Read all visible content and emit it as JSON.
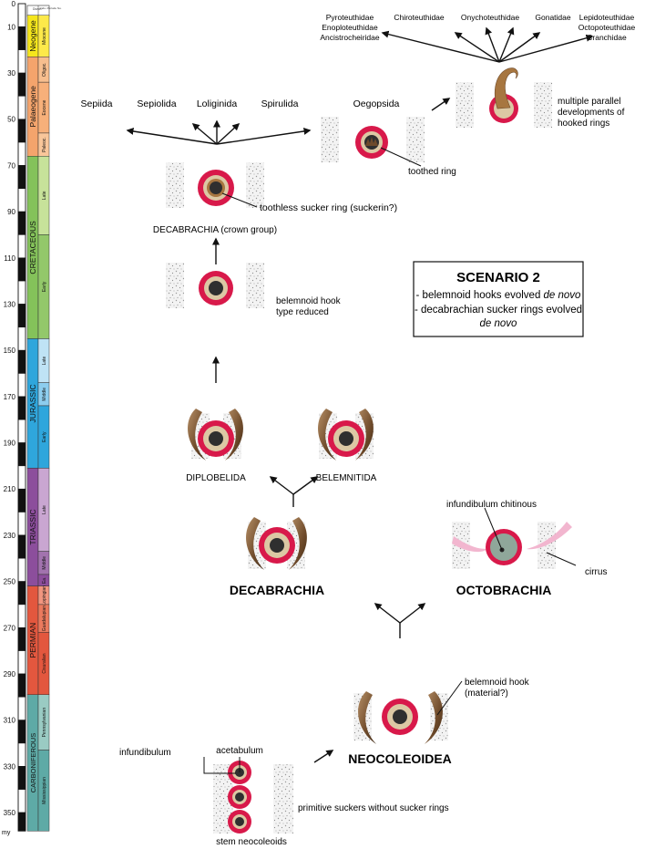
{
  "timescale": {
    "ticks": [
      "0",
      "10",
      "30",
      "50",
      "70",
      "90",
      "110",
      "130",
      "150",
      "170",
      "190",
      "210",
      "230",
      "250",
      "270",
      "290",
      "310",
      "330",
      "350"
    ],
    "unit": "my",
    "header": {
      "col1": "Durch.",
      "col2": "Indo- Periode Nu."
    },
    "periods": [
      {
        "name": "Neogene",
        "color": "#f5e61c",
        "subs": [
          {
            "name": "Miocene",
            "color": "#fde94a"
          }
        ]
      },
      {
        "name": "Palaeogene",
        "color": "#f4a46c",
        "subs": [
          {
            "name": "Oligoc.",
            "color": "#f7be8e"
          },
          {
            "name": "Eocene",
            "color": "#f7b07a"
          },
          {
            "name": "Paleoc.",
            "color": "#f9c69a"
          }
        ]
      },
      {
        "name": "CRETACEOUS",
        "color": "#84c25a",
        "subs": [
          {
            "name": "Late",
            "color": "#c7e29a"
          },
          {
            "name": "Early",
            "color": "#93c86a"
          }
        ]
      },
      {
        "name": "JURASSIC",
        "color": "#2fa6dc",
        "subs": [
          {
            "name": "Late",
            "color": "#bfe3f5"
          },
          {
            "name": "Middle",
            "color": "#8dcdee"
          },
          {
            "name": "Early",
            "color": "#2fa6dc"
          }
        ]
      },
      {
        "name": "TRIASSIC",
        "color": "#8c4e9c",
        "subs": [
          {
            "name": "Late",
            "color": "#c9a6d1"
          },
          {
            "name": "Middle",
            "color": "#a273ae"
          },
          {
            "name": "Ea.",
            "color": "#8c4e9c"
          }
        ]
      },
      {
        "name": "PERMIAN",
        "color": "#e3573e",
        "subs": [
          {
            "name": "Lopingian",
            "color": "#f19680"
          },
          {
            "name": "Guadalupian",
            "color": "#ea7a5e"
          },
          {
            "name": "Cisuralian",
            "color": "#e3573e"
          }
        ]
      },
      {
        "name": "CARBONIFEROUS",
        "color": "#5eaaa6",
        "subs": [
          {
            "name": "Pennsylvanian",
            "color": "#9acbc3"
          },
          {
            "name": "Mississippian",
            "color": "#5eaaa6"
          }
        ]
      }
    ]
  },
  "scenario": {
    "title": "SCENARIO 2",
    "line1_prefix": "- belemnoid hooks evolved ",
    "line1_italic": "de novo",
    "line2": "- decabrachian sucker rings evolved",
    "line3_italic": "de novo"
  },
  "labels": {
    "top_families_left": [
      "Pyroteuthidae",
      "Enoploteuthidae",
      "Ancistrocheiridae"
    ],
    "top_chiroteuthidae": "Chiroteuthidae",
    "top_onychoteuthidae": "Onychoteuthidae",
    "top_gonatidae": "Gonatidae",
    "top_families_right": [
      "Lepidoteuthidae",
      "Octopoteuthidae",
      "Cranchidae"
    ],
    "sepiida": "Sepiida",
    "sepiolida": "Sepiolida",
    "loliginida": "Loliginida",
    "spirulida": "Spirulida",
    "oegopsida": "Oegopsida",
    "hooked_rings": [
      "multiple parallel",
      "developments of",
      "hooked rings"
    ],
    "toothed_ring": "toothed ring",
    "toothless_ring": "toothless sucker ring (suckerin?)",
    "decabrachia_crown": "DECABRACHIA (crown group)",
    "hook_reduced": [
      "belemnoid hook",
      "type reduced"
    ],
    "diplobelida": "DIPLOBELIDA",
    "belemnitida": "BELEMNITIDA",
    "decabrachia": "DECABRACHIA",
    "octobrachia": "OCTOBRACHIA",
    "infundibulum_chitinous": "infundibulum chitinous",
    "cirrus": "cirrus",
    "belemnoid_hook_material": [
      "belemnoid hook",
      "(material?)"
    ],
    "neocoleoidea": "NEOCOLEOIDEA",
    "infundibulum": "infundibulum",
    "acetabulum": "acetabulum",
    "primitive_suckers": "primitive suckers without sucker rings",
    "stem_neocoleoids": "stem neocoleoids"
  },
  "colors": {
    "ring_red": "#d8194a",
    "ring_beige": "#dcc8a4",
    "core_dark": "#2f2f2f",
    "hook_brown": "#6e4a2a",
    "cirrus_pink": "#f2b6cf",
    "octo_core": "#8fa79a",
    "stipple": "#9a9a9a"
  }
}
